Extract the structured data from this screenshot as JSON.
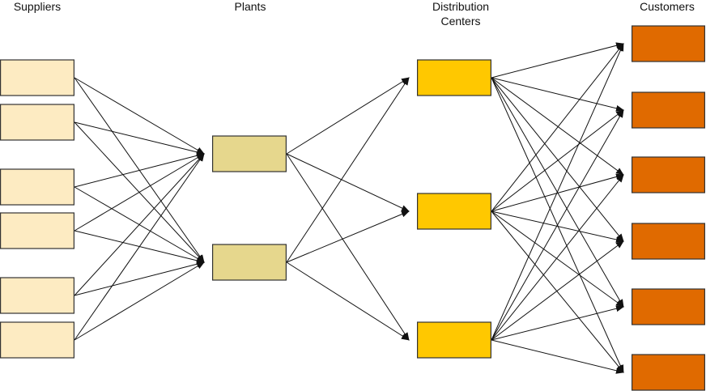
{
  "stages": {
    "suppliers": {
      "label": "Suppliers",
      "count": 6,
      "color": "#FDEBC2"
    },
    "plants": {
      "label": "Plants",
      "count": 2,
      "color": "#E6D78D"
    },
    "distribution": {
      "label_line1": "Distribution",
      "label_line2": "Centers",
      "count": 3,
      "color": "#FFC800"
    },
    "customers": {
      "label": "Customers",
      "count": 6,
      "color": "#E06A00"
    }
  },
  "connections": "all-to-all between consecutive stages"
}
